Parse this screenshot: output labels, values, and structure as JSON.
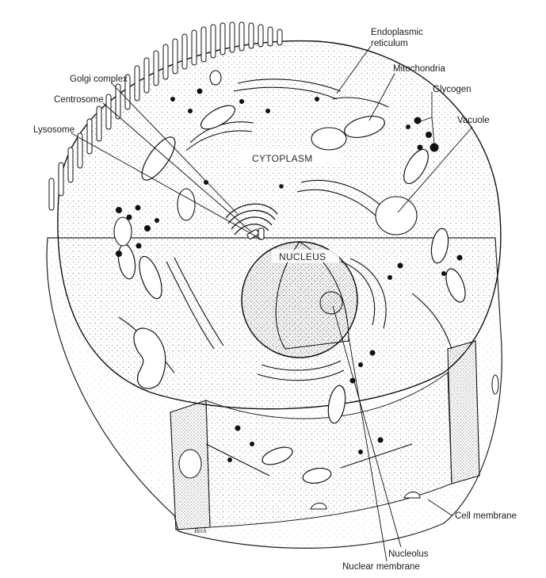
{
  "labels": {
    "endoplasmic_reticulum_line1": "Endoplasmic",
    "endoplasmic_reticulum_line2": "reticulum",
    "mitochondria": "Mitochondria",
    "glycogen": "Glycogen",
    "vacuole": "Vacuole",
    "golgi_complex": "Golgi complex",
    "centrosome": "Centrosome",
    "lysosome": "Lysosome",
    "cell_membrane": "Cell membrane",
    "nucleolus": "Nucleolus",
    "nuclear_membrane": "Nuclear membrane"
  },
  "inner_labels": {
    "cytoplasm": "CYTOPLASM",
    "nucleus": "NUCLEUS"
  },
  "signature": "Beck"
}
